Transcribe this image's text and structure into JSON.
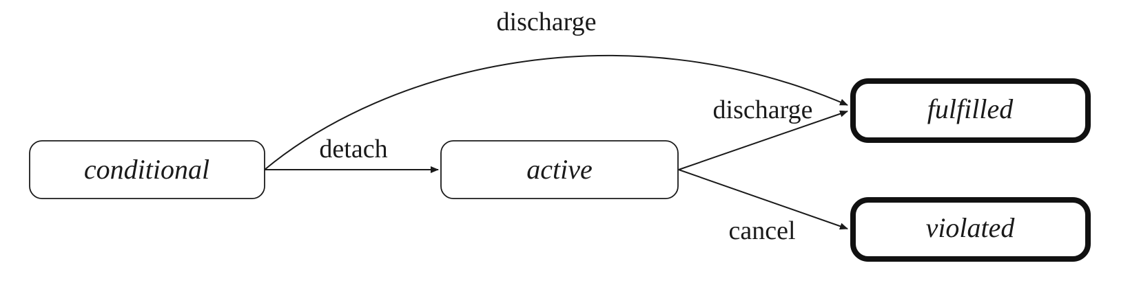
{
  "states": {
    "conditional": "conditional",
    "active": "active",
    "fulfilled": "fulfilled",
    "violated": "violated"
  },
  "transitions": {
    "conditional_to_fulfilled": "discharge",
    "conditional_to_active": "detach",
    "active_to_fulfilled": "discharge",
    "active_to_violated": "cancel"
  }
}
